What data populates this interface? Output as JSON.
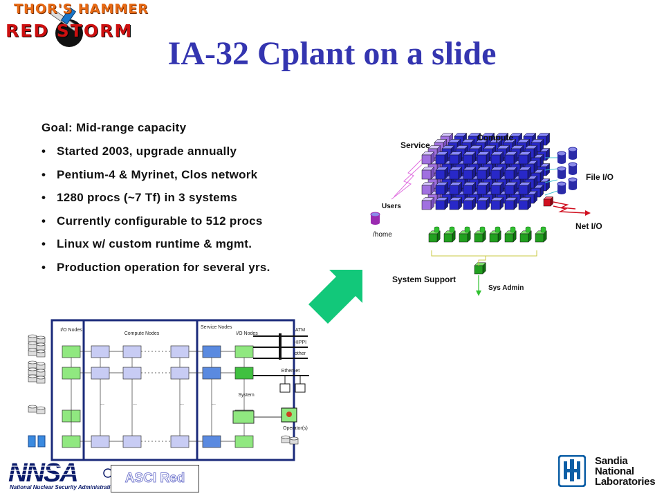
{
  "logo": {
    "line1": "THOR'S HAMMER",
    "line2": "RED STORM"
  },
  "title": "IA-32 Cplant on a slide",
  "goal": "Goal: Mid-range capacity",
  "bullets": [
    "Started 2003, upgrade annually",
    "Pentium-4 & Myrinet, Clos network",
    "1280 procs (~7 Tf) in 3 systems",
    "Currently configurable to 512 procs",
    "Linux w/ custom runtime & mgmt.",
    "Production operation for several yrs."
  ],
  "bullet_glyph": "•",
  "cplant_diagram": {
    "compute": "Compute",
    "service": "Service",
    "file_io": "File I/O",
    "users": "Users",
    "home": "/home",
    "net_io": "Net I/O",
    "system_support": "System Support",
    "sys_admin": "Sys Admin"
  },
  "ascired_diagram": {
    "io_nodes_left": "I/O Nodes",
    "compute_nodes": "Compute Nodes",
    "service_nodes": "Service Nodes",
    "io_nodes_right": "I/O Nodes",
    "atm": "ATM",
    "hippi": "HIPPI",
    "other": "other",
    "ethernet": "Ethernet",
    "system": "System",
    "operators": "Operator(s)",
    "ellipsis": "..."
  },
  "nnsa": {
    "mark": "NNSA",
    "caption": "National Nuclear Security Administration"
  },
  "asci_red_label": "ASCI Red",
  "sandia": {
    "line1": "Sandia",
    "line2": "National",
    "line3": "Laboratories"
  },
  "colors": {
    "title": "#3435b0",
    "compute_blue": "#2828c8",
    "service_purple": "#a070e0",
    "storage_blue": "#2a2aa8",
    "support_green": "#22a020",
    "net_red": "#d01020",
    "arrow_green": "#12c87a",
    "frame_navy": "#1a2a7a"
  }
}
